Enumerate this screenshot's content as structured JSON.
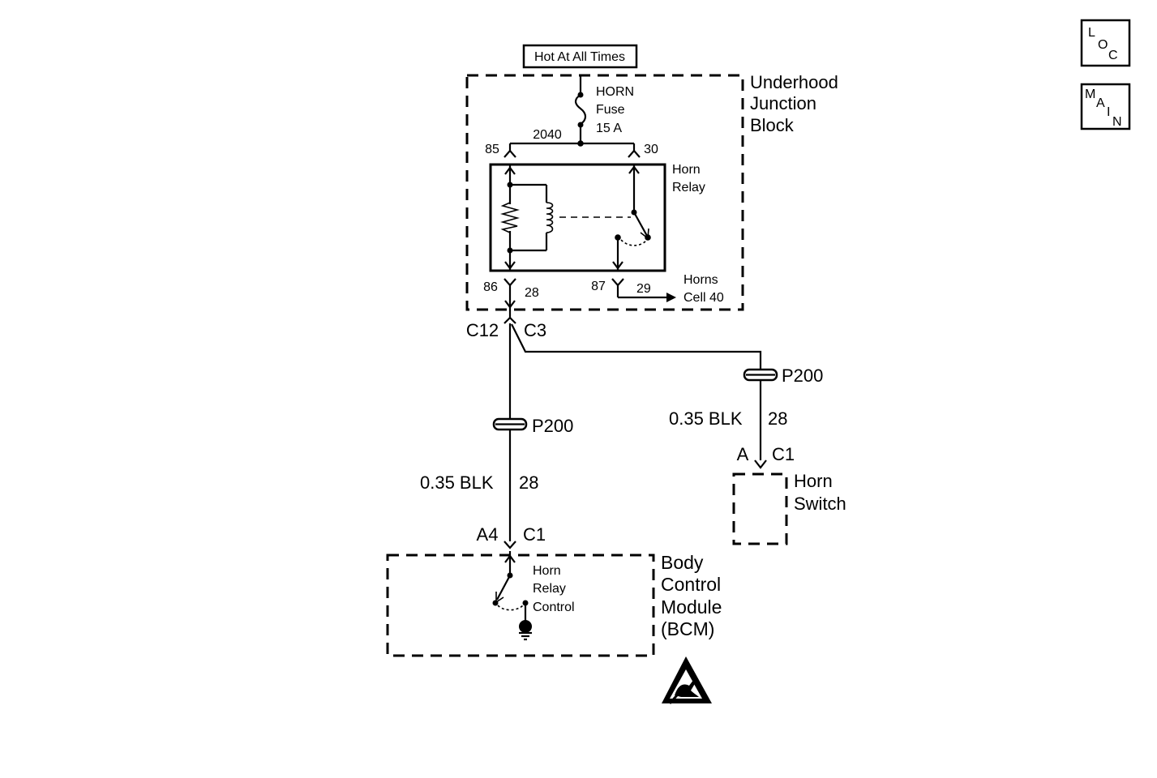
{
  "power": {
    "label": "Hot At All Times"
  },
  "fuse": {
    "name": "HORN",
    "type": "Fuse",
    "rating": "15 A"
  },
  "underhood_block": {
    "line1": "Underhood",
    "line2": "Junction",
    "line3": "Block"
  },
  "relay": {
    "line1": "Horn",
    "line2": "Relay",
    "pin85": "85",
    "pin30": "30",
    "pin86": "86",
    "pin87": "87",
    "circuit_top": "2040",
    "circuit_86": "28",
    "circuit_87": "29"
  },
  "horns_ref": {
    "line1": "Horns",
    "line2": "Cell 40"
  },
  "connectors": {
    "c12": "C12",
    "c3": "C3"
  },
  "left_branch": {
    "splice": "P200",
    "wire_size_color": "0.35 BLK",
    "circuit": "28",
    "pin": "A4",
    "connector": "C1"
  },
  "right_branch": {
    "splice": "P200",
    "wire_size_color": "0.35 BLK",
    "circuit": "28",
    "pin": "A",
    "connector": "C1"
  },
  "horn_switch": {
    "line1": "Horn",
    "line2": "Switch"
  },
  "bcm": {
    "line1": "Body",
    "line2": "Control",
    "line3": "Module",
    "line4": "(BCM)",
    "switch_line1": "Horn",
    "switch_line2": "Relay",
    "switch_line3": "Control"
  },
  "nav": {
    "loc": {
      "l1": "L",
      "l2": "O",
      "l3": "C"
    },
    "main": {
      "l1": "M",
      "l2": "A",
      "l3": "I",
      "l4": "N"
    }
  },
  "icons": {
    "esd_warning": "esd-warning-icon",
    "ground": "ground-icon"
  }
}
